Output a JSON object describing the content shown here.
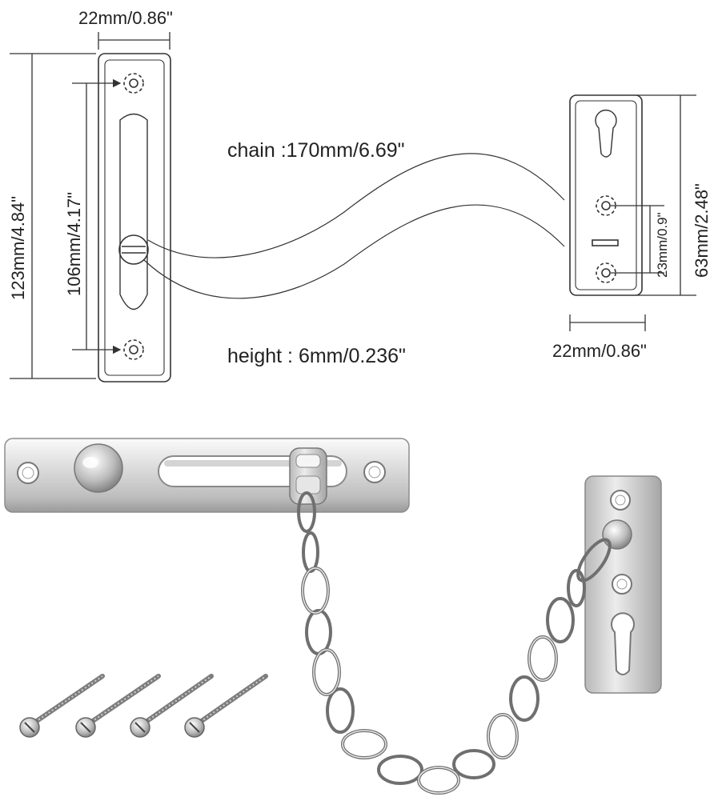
{
  "dimensions": {
    "left_top_width": "22mm/0.86\"",
    "left_total_height": "123mm/4.84\"",
    "left_hole_spacing": "106mm/4.17\"",
    "chain_length": "chain :170mm/6.69\"",
    "chain_height": "height : 6mm/0.236\"",
    "right_height": "63mm/2.48\"",
    "right_hole_spacing": "23mm/0.9\"",
    "right_bottom_width": "22mm/0.86\""
  },
  "colors": {
    "line": "#333333",
    "steel_light": "#f2f2f2",
    "steel_mid": "#c9c9c9",
    "steel_dark": "#8a8a8a"
  }
}
